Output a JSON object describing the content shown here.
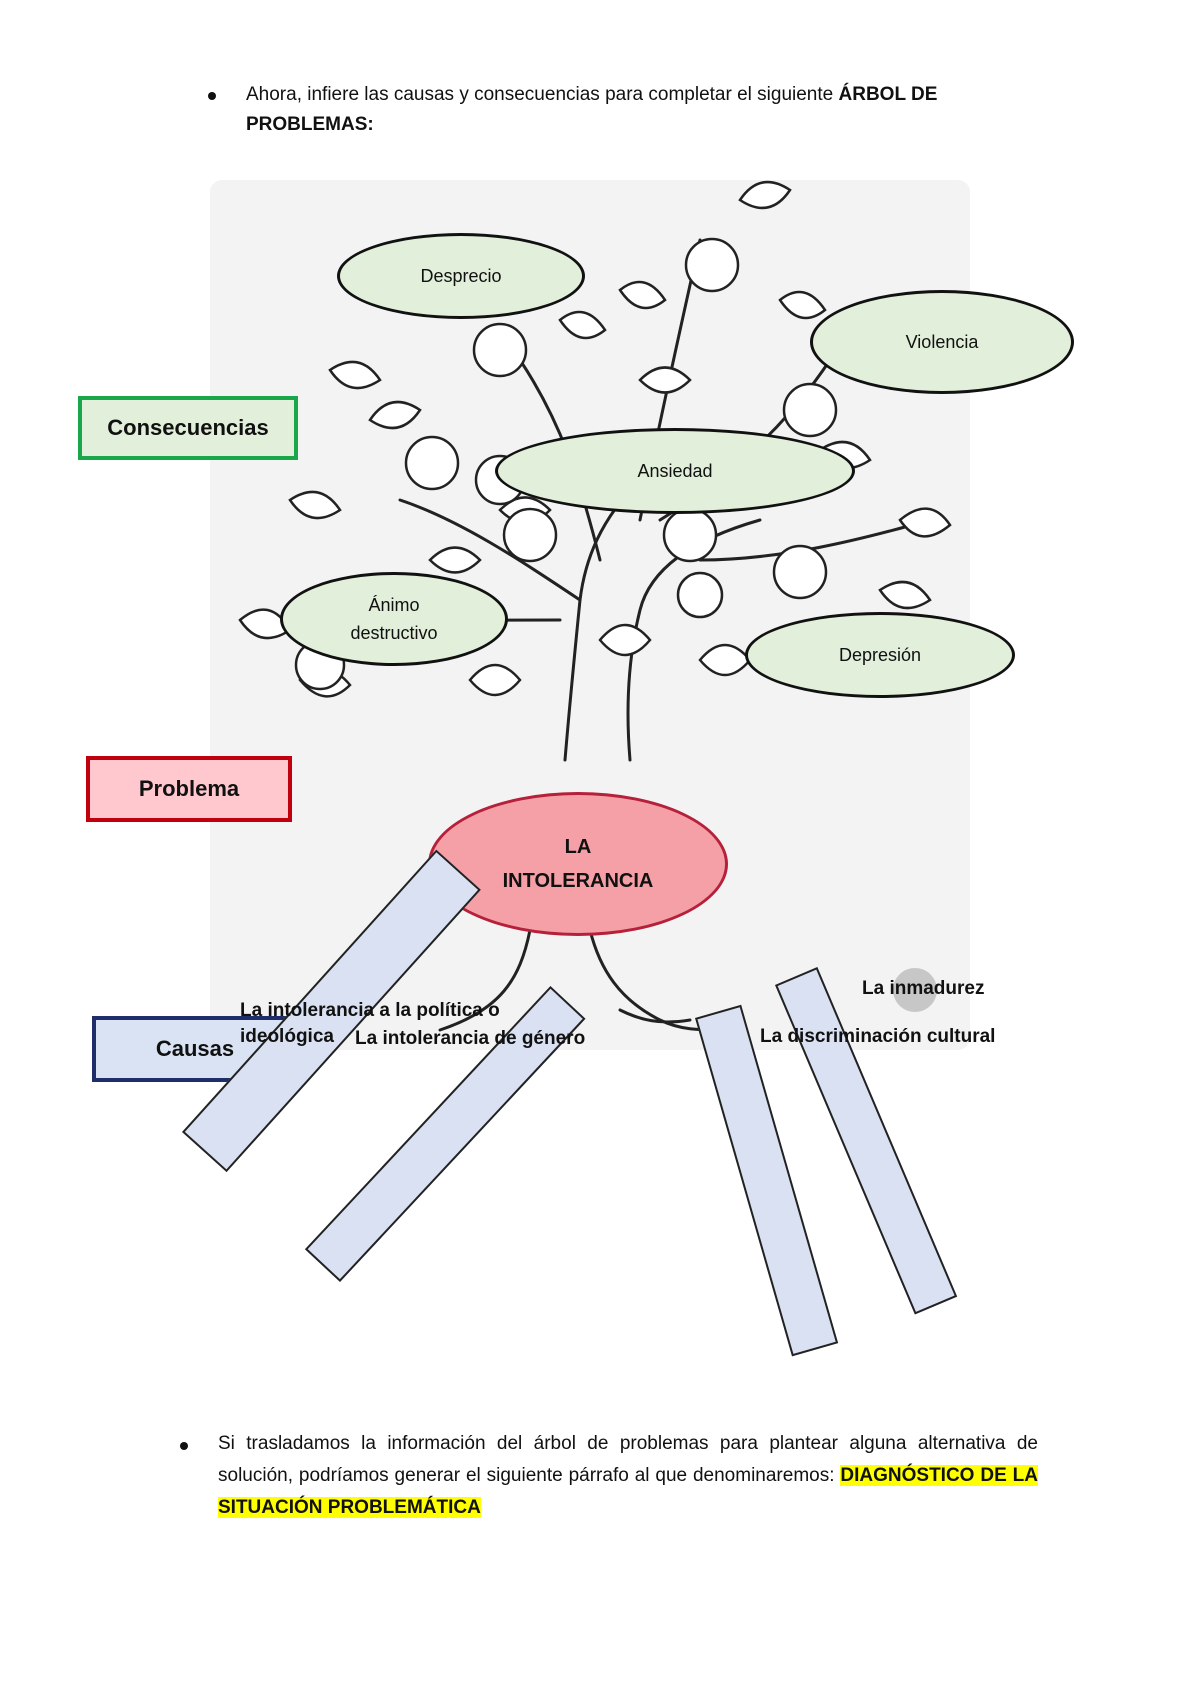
{
  "intro": {
    "text": "Ahora, infiere las causas y consecuencias para completar el siguiente ",
    "bold": "ÁRBOL DE PROBLEMAS:"
  },
  "labels": {
    "consecuencias": "Consecuencias",
    "problema": "Problema",
    "causas": "Causas"
  },
  "consequences": {
    "desprecio": "Desprecio",
    "violencia": "Violencia",
    "ansiedad": "Ansiedad",
    "animo_line1": "Ánimo",
    "animo_line2": "destructivo",
    "depresion": "Depresión"
  },
  "problem": {
    "line1": "LA",
    "line2": "INTOLERANCIA"
  },
  "causes": {
    "politica_line1": "La intolerancia a la política o",
    "politica_line2": "ideológica",
    "genero": "La intolerancia de género",
    "inmadurez": "La inmadurez",
    "discriminacion": "La discriminación cultural"
  },
  "closing": {
    "text": "Si trasladamos la información del árbol de problemas para plantear alguna alternativa de solución, podríamos generar el siguiente párrafo al que denominaremos: ",
    "highlight": "DIAGNÓSTICO DE LA SITUACIÓN PROBLEMÁTICA"
  },
  "colors": {
    "consequence_fill": "#e2efda",
    "consequence_border": "#1aa74a",
    "problem_fill": "#f4a0a6",
    "problem_border": "#c0000f",
    "cause_fill": "#d9e1f2",
    "cause_border": "#1f2e6b",
    "highlight": "#ffff00"
  }
}
